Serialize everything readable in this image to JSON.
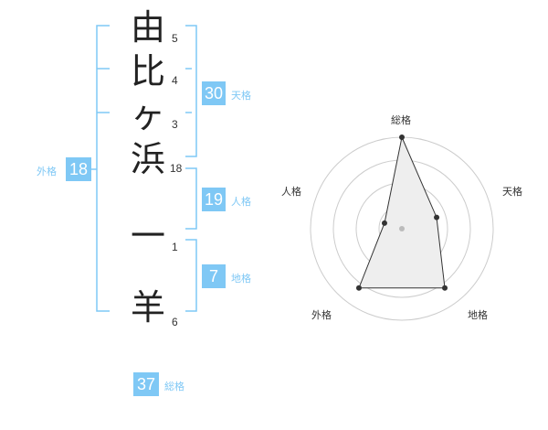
{
  "name": {
    "characters": [
      {
        "char": "由",
        "strokes": "5"
      },
      {
        "char": "比",
        "strokes": "4"
      },
      {
        "char": "ヶ",
        "strokes": "3"
      },
      {
        "char": "浜",
        "strokes": "18"
      },
      {
        "char": "一",
        "strokes": "1"
      },
      {
        "char": "羊",
        "strokes": "6"
      }
    ]
  },
  "scores": {
    "tenkaku": {
      "value": "30",
      "label": "天格"
    },
    "jinkaku": {
      "value": "19",
      "label": "人格"
    },
    "chikaku": {
      "value": "7",
      "label": "地格"
    },
    "gaikaku": {
      "value": "18",
      "label": "外格"
    },
    "soukaku": {
      "value": "37",
      "label": "総格"
    }
  },
  "radar": {
    "labels": {
      "top": "総格",
      "right": "天格",
      "bottom_right": "地格",
      "bottom_left": "外格",
      "left": "人格"
    },
    "values": {
      "soukaku": 1.0,
      "tenkaku": 0.4,
      "chikaku": 0.8,
      "gaikaku": 0.8,
      "jinkaku": 0.2
    },
    "colors": {
      "grid": "#cccccc",
      "fill": "#eeeeee",
      "line": "#333333",
      "point": "#333333",
      "center": "#bbbbbb"
    }
  },
  "colors": {
    "accent": "#7fc8f5"
  }
}
